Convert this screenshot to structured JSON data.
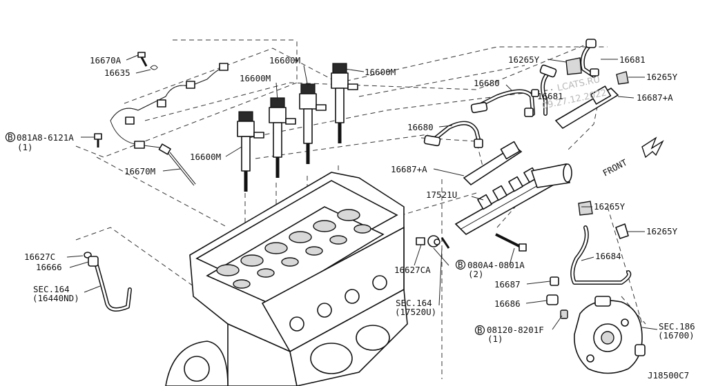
{
  "diagram_code": "J18500C7",
  "front_label": "FRONT",
  "watermark": {
    "line1": "LCATS.RU",
    "line2": "09.27.12.2022"
  },
  "callouts": {
    "p16670A": "16670A",
    "p16635": "16635",
    "p081A8": "081A8-6121A",
    "p081A8_qty": "(1)",
    "p16670M": "16670M",
    "p16600M_a": "16600M",
    "p16600M_b": "16600M",
    "p16600M_c": "16600M",
    "p16600M_d": "16600M",
    "p16680_a": "16680",
    "p16680_b": "16680",
    "p16681_a": "16681",
    "p16681_b": "16681",
    "p16265Y_a": "16265Y",
    "p16265Y_b": "16265Y",
    "p16265Y_c": "16265Y",
    "p16265Y_d": "16265Y",
    "p16687A_a": "16687+A",
    "p16687A_b": "16687+A",
    "p17521U": "17521U",
    "p16627C": "16627C",
    "p16666": "16666",
    "sec164_a": "SEC.164",
    "sec164_a_sub": "(16440ND)",
    "p16627CA": "16627CA",
    "p080A4": "080A4-0801A",
    "p080A4_qty": "(2)",
    "sec164_b": "SEC.164",
    "sec164_b_sub": "(17520U)",
    "p16684": "16684",
    "p16687": "16687",
    "p16686": "16686",
    "p08120": "08120-8201F",
    "p08120_qty": "(1)",
    "sec186": "SEC.186",
    "sec186_sub": "(16700)"
  },
  "bolt_marker": "B"
}
